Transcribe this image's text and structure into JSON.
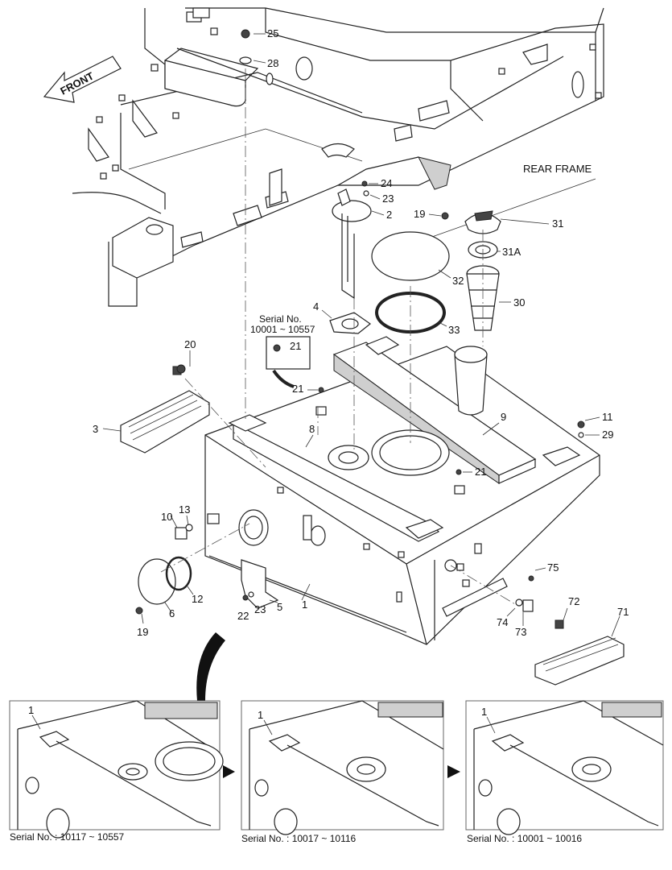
{
  "diagram": {
    "front_arrow": "FRONT",
    "rear_frame": "REAR FRAME",
    "serial_note": {
      "line1": "Serial No.",
      "line2": "10001 ~ 10557",
      "part": "21"
    },
    "callouts": [
      "25",
      "28",
      "24",
      "23",
      "2",
      "19",
      "31",
      "31A",
      "32",
      "30",
      "33",
      "4",
      "20",
      "21",
      "21",
      "3",
      "8",
      "9",
      "11",
      "29",
      "21",
      "10",
      "13",
      "12",
      "6",
      "19",
      "22",
      "23",
      "5",
      "1",
      "75",
      "72",
      "71",
      "74",
      "73"
    ],
    "insets": [
      {
        "number": "1",
        "caption": "Serial No. : 10117 ~ 10557"
      },
      {
        "number": "1",
        "caption": "Serial No. : 10017 ~ 10116"
      },
      {
        "number": "1",
        "caption": "Serial No. : 10001 ~ 10016"
      }
    ]
  }
}
